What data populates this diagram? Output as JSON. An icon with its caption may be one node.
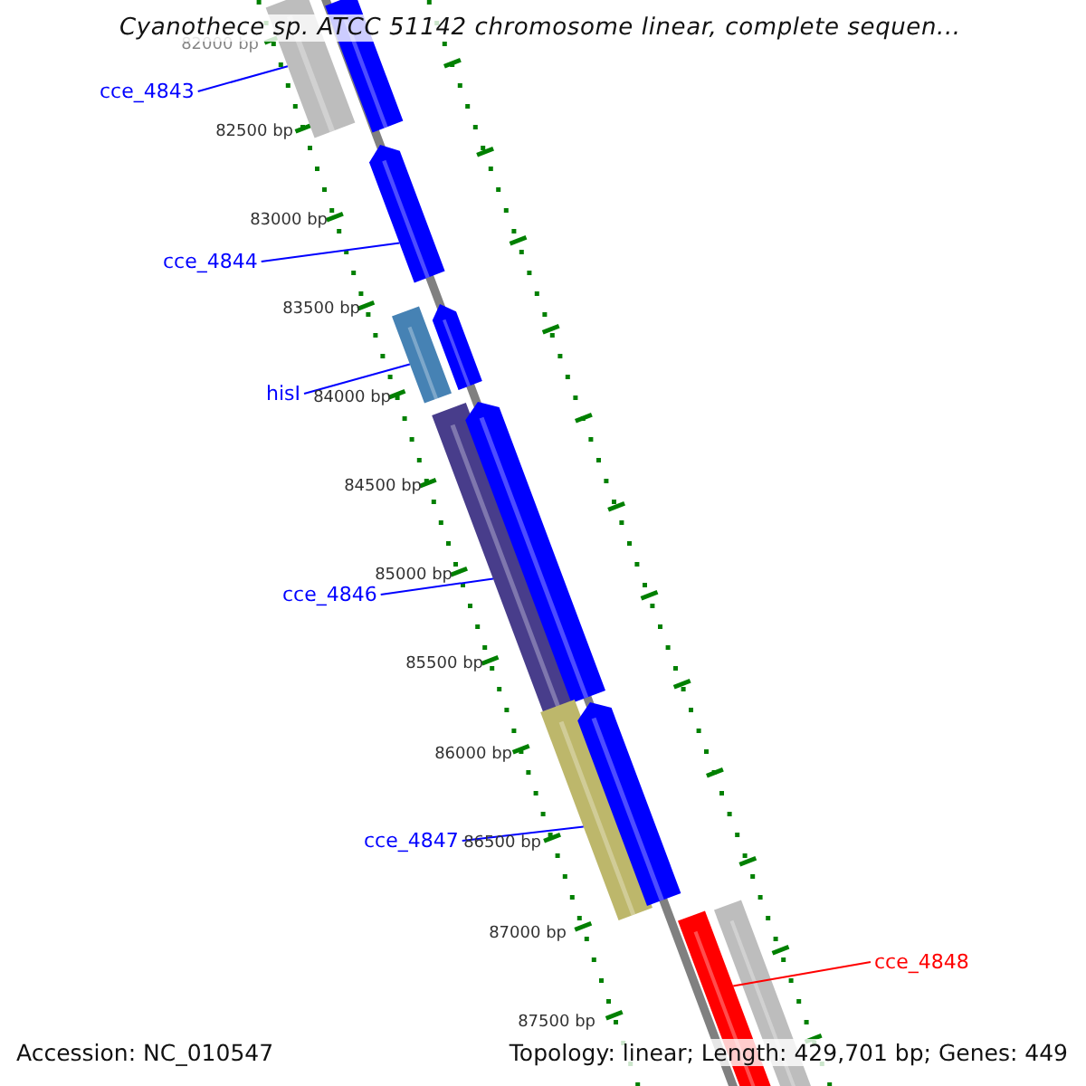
{
  "diagram": {
    "title": "Cyanothece sp. ATCC 51142 chromosome linear, complete sequen...",
    "nodes": [
      {
        "text": [
          "cce_4843"
        ]
      },
      {
        "text": [
          "cce_4844"
        ]
      },
      {
        "text": [
          "hisI"
        ]
      },
      {
        "text": [
          "cce_4846"
        ]
      },
      {
        "text": [
          "cce_4847"
        ]
      },
      {
        "text": [
          "cce_4848"
        ]
      },
      {
        "text": [],
        "shape": "bar"
      },
      {
        "text": [],
        "shape": "bar"
      },
      {
        "text": [],
        "shape": "bar"
      },
      {
        "text": [],
        "shape": "bar"
      },
      {
        "text": [],
        "shape": "bar"
      },
      {
        "text": [],
        "shape": "bar"
      },
      {
        "text": [],
        "shape": "bar"
      },
      {
        "text": [],
        "shape": "bar"
      },
      {
        "text": [],
        "shape": "bar"
      },
      {
        "text": [],
        "shape": "bar"
      },
      {
        "text": [],
        "shape": "bar"
      }
    ],
    "edges": [
      {
        "from": 0,
        "to": 6,
        "arrow": "none"
      },
      {
        "from": 1,
        "to": 8,
        "arrow": "none"
      },
      {
        "from": 2,
        "to": 9,
        "arrow": "none"
      },
      {
        "from": 3,
        "to": 11,
        "arrow": "none"
      },
      {
        "from": 4,
        "to": 13,
        "arrow": "none"
      },
      {
        "from": 5,
        "to": 15,
        "arrow": "none",
        "color": "#ff0000"
      }
    ],
    "labels": [
      "82000 bp",
      "82500 bp",
      "83000 bp",
      "83500 bp",
      "84000 bp",
      "84500 bp",
      "85000 bp",
      "85500 bp",
      "86000 bp",
      "86500 bp",
      "87000 bp",
      "87500 bp",
      "Accession: NC_010547",
      "Topology: linear; Length: 429,701 bp; Genes: 449"
    ]
  }
}
